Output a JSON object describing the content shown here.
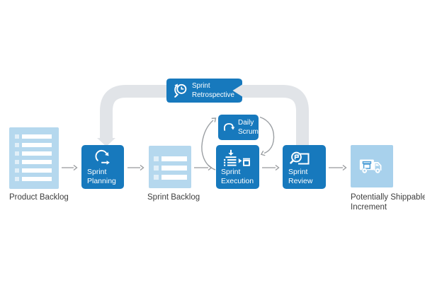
{
  "colors": {
    "process_blue": "#1779bd",
    "artifact_blue": "#b5d8ee",
    "increment_blue": "#a8d1ec",
    "pipe_gray": "#e1e4e8",
    "arrow_gray": "#97999c",
    "loop_gray": "#9b9fa3",
    "label_text": "#3e3e3e",
    "truck_accent": "#4b9cd6"
  },
  "nodes": {
    "product_backlog": {
      "label": "Product Backlog",
      "icon": "list-icon"
    },
    "sprint_planning": {
      "line1": "Sprint",
      "line2": "Planning",
      "icon": "sprint-cycle-icon"
    },
    "sprint_backlog": {
      "label": "Sprint Backlog",
      "icon": "list-icon"
    },
    "daily_scrum": {
      "line1": "Daily",
      "line2": "Scrum",
      "icon": "cycle-arrow-icon"
    },
    "sprint_execution": {
      "line1": "Sprint",
      "line2": "Execution",
      "icon": "tasks-to-done-icon"
    },
    "sprint_review": {
      "line1": "Sprint",
      "line2": "Review",
      "icon": "inspect-magnifier-icon"
    },
    "sprint_retrospective": {
      "line1": "Sprint",
      "line2": "Retrospective",
      "icon": "history-clock-icon"
    },
    "potentially_shippable_increment": {
      "line1": "Potentially Shippable",
      "line2": "Increment",
      "icon": "delivery-truck-icon"
    }
  },
  "connections": [
    "Product Backlog → Sprint Planning",
    "Sprint Planning → Sprint Backlog",
    "Sprint Backlog → Sprint Execution",
    "Sprint Execution → Sprint Review",
    "Sprint Review → Potentially Shippable Increment",
    "Sprint Execution ⇄ Daily Scrum (loop)",
    "Sprint Review → Sprint Retrospective → Sprint Planning (pipe loop)"
  ]
}
